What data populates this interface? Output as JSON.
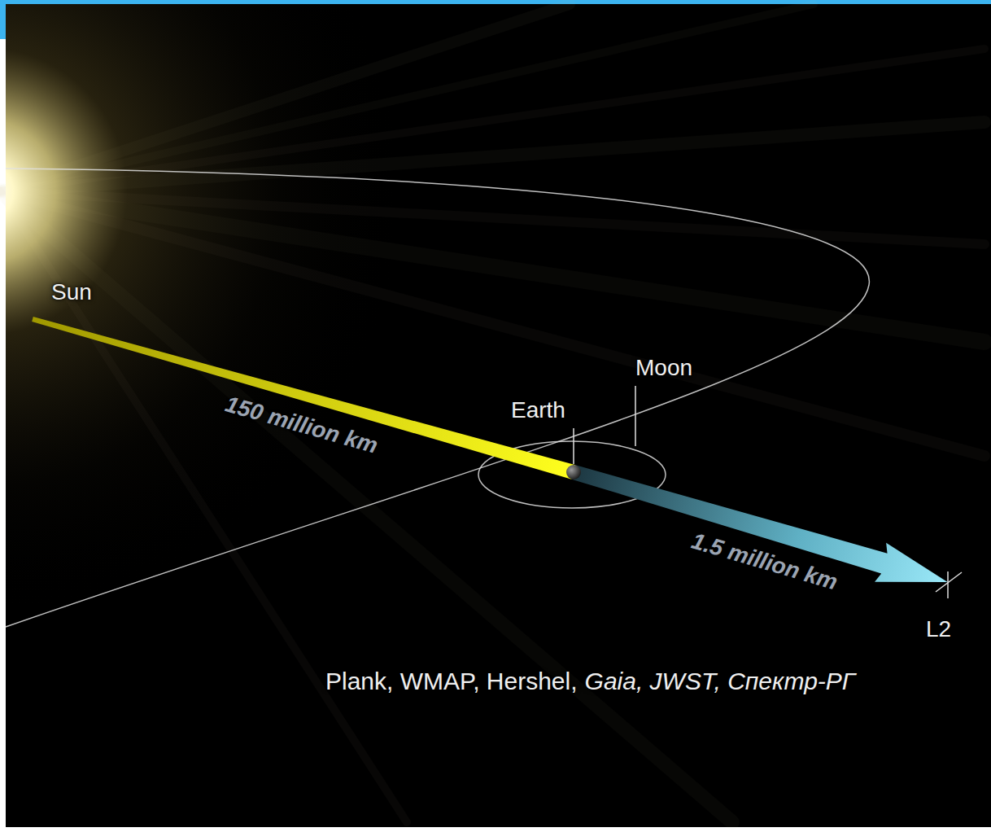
{
  "diagram": {
    "labels": [
      "Sun",
      "150 million km",
      "Earth",
      "Moon",
      "1.5 million km",
      "L2",
      "Plank, WMAP, Hershel,",
      "Gaia, JWST, Спектр-РГ"
    ]
  }
}
